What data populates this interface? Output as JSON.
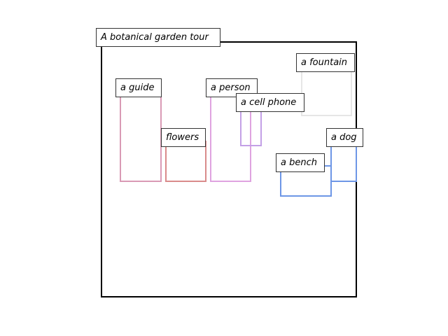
{
  "scene": {
    "caption": "A botanical garden tour",
    "regions": [
      {
        "id": "guide",
        "label": "a guide",
        "color": "#d99ab5"
      },
      {
        "id": "flowers",
        "label": "flowers",
        "color": "#d98b8b"
      },
      {
        "id": "person",
        "label": "a person",
        "color": "#dfa3e0"
      },
      {
        "id": "phone",
        "label": "a cell phone",
        "color": "#c3a0e6"
      },
      {
        "id": "fountain",
        "label": "a fountain",
        "color": "#e6e6e6"
      },
      {
        "id": "dog",
        "label": "a dog",
        "color": "#6d96e6"
      },
      {
        "id": "bench",
        "label": "a bench",
        "color": "#6d96e6"
      }
    ]
  }
}
